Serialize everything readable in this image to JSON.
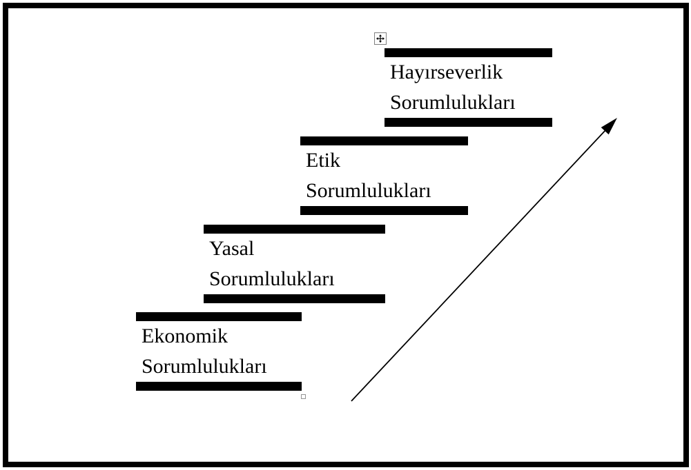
{
  "diagram": {
    "description": "Kurumsal sosyal sorumluluk basamaklari (staircase diagram of corporate social responsibilities with upward arrow)",
    "steps": [
      {
        "name": "hayirseverlik",
        "line1": "Hayırseverlik",
        "line2": "Sorumlulukları"
      },
      {
        "name": "etik",
        "line1": "Etik",
        "line2": "Sorumlulukları"
      },
      {
        "name": "yasal",
        "line1": "Yasal",
        "line2": "Sorumlulukları"
      },
      {
        "name": "ekonomik",
        "line1": "Ekonomik",
        "line2": "Sorumlulukları"
      }
    ],
    "arrow": {
      "type": "straight-line-arrow",
      "direction": "up-right",
      "color": "#000000"
    },
    "icons": {
      "move_handle": "four-direction-move-cross-icon",
      "resize_handle": "small-square-handle-icon"
    },
    "colors": {
      "bar": "#000000",
      "text": "#000000",
      "frame_border": "#000000",
      "background": "#ffffff",
      "handle_border": "#808080"
    }
  }
}
